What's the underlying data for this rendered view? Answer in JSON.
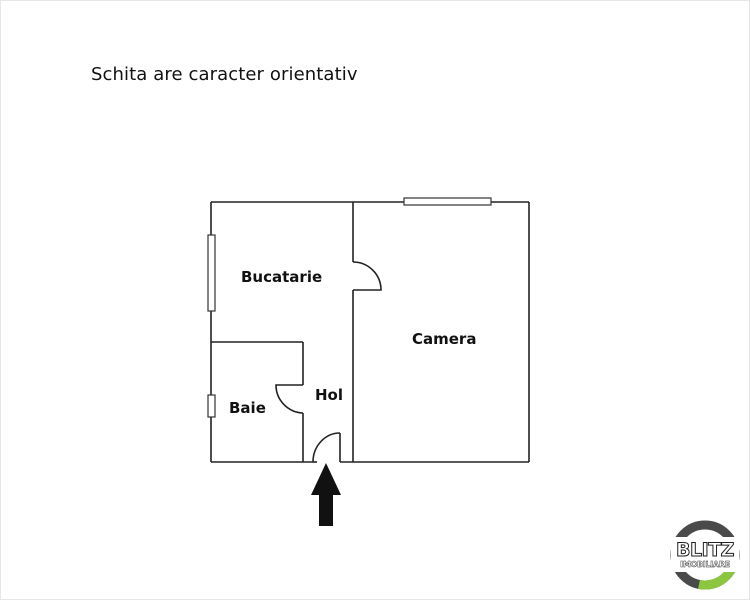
{
  "title": "Schita are caracter orientativ",
  "rooms": {
    "kitchen": "Bucatarie",
    "living": "Camera",
    "bathroom": "Baie",
    "hallway": "Hol"
  },
  "logo": {
    "line1": "BLITZ",
    "line2": "IMOBILIARE",
    "ring_color": "#4a4a4a",
    "accent_color": "#8cc63f"
  },
  "entrance_arrow": "up"
}
